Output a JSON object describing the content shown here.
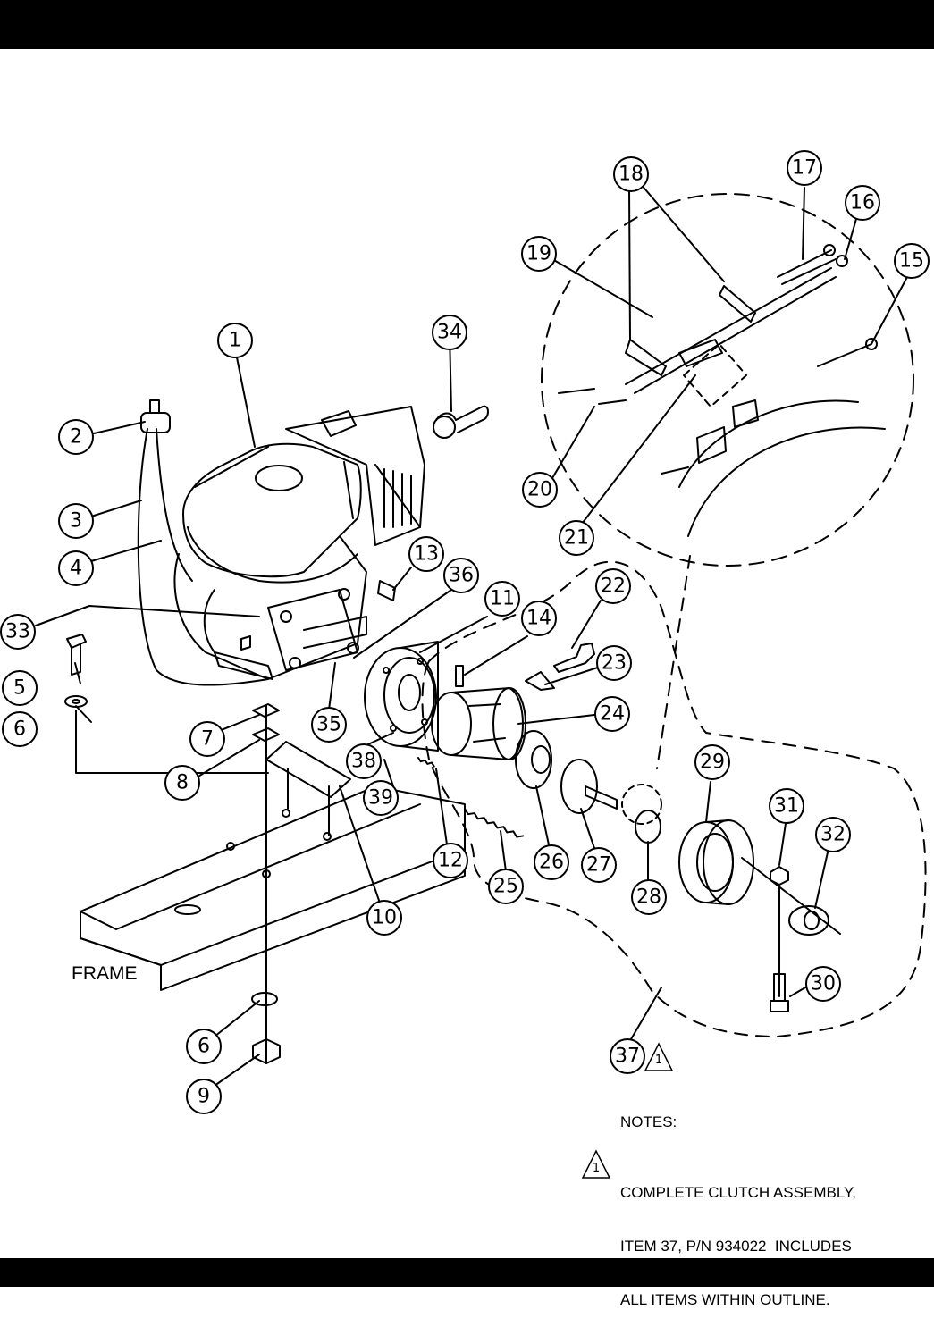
{
  "frame_label": "FRAME",
  "notes": {
    "title": "NOTES:",
    "marker": "1",
    "lines": [
      "COMPLETE CLUTCH ASSEMBLY,",
      "ITEM 37, P/N 934022  INCLUDES",
      "ALL ITEMS WITHIN OUTLINE."
    ]
  },
  "callouts": [
    "1",
    "2",
    "3",
    "4",
    "5",
    "6",
    "6",
    "7",
    "8",
    "9",
    "10",
    "11",
    "12",
    "13",
    "14",
    "15",
    "16",
    "17",
    "18",
    "19",
    "20",
    "21",
    "22",
    "23",
    "24",
    "25",
    "26",
    "27",
    "28",
    "29",
    "30",
    "31",
    "32",
    "33",
    "34",
    "35",
    "36",
    "37",
    "38",
    "39"
  ],
  "assembly_marker": "1"
}
